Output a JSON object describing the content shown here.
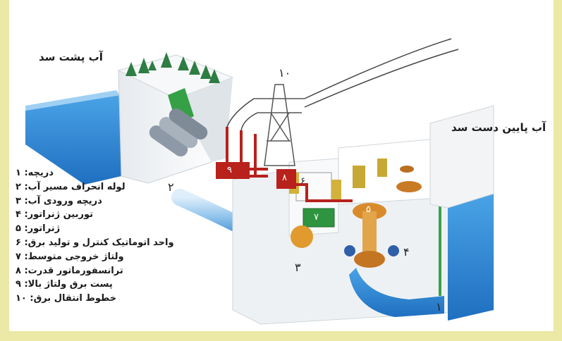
{
  "labels": {
    "upstream": "آب پشت سد",
    "downstream": "آب پایین دست سد"
  },
  "numbers": {
    "n1": "۱",
    "n2": "۲",
    "n3": "۳",
    "n4": "۴",
    "n5": "۵",
    "n6": "۶",
    "n7": "۷",
    "n8": "۸",
    "n9": "۹",
    "n10": "۱۰"
  },
  "legend": [
    "دریچه: ۱",
    "لوله انحراف مسیر آب: ۲",
    "دریچه ورودی آب: ۳",
    "توربین ژنراتور: ۴",
    "ژنراتور: ۵",
    "واحد اتوماتیک کنترل و تولید برق: ۶",
    "ولتاژ خروجی متوسط: ۷",
    "ترانسفورماتور قدرت: ۸",
    "پست برق ولتاژ بالا: ۹",
    "خطوط انتقال برق: ۱۰"
  ],
  "colors": {
    "frame": "#ece8a6",
    "water": "#2f86d6",
    "concrete": "#f2f4f6",
    "turbine": "#d98b2b",
    "generator_unit": "#3a9a3a",
    "transformer": "#b8211c"
  }
}
